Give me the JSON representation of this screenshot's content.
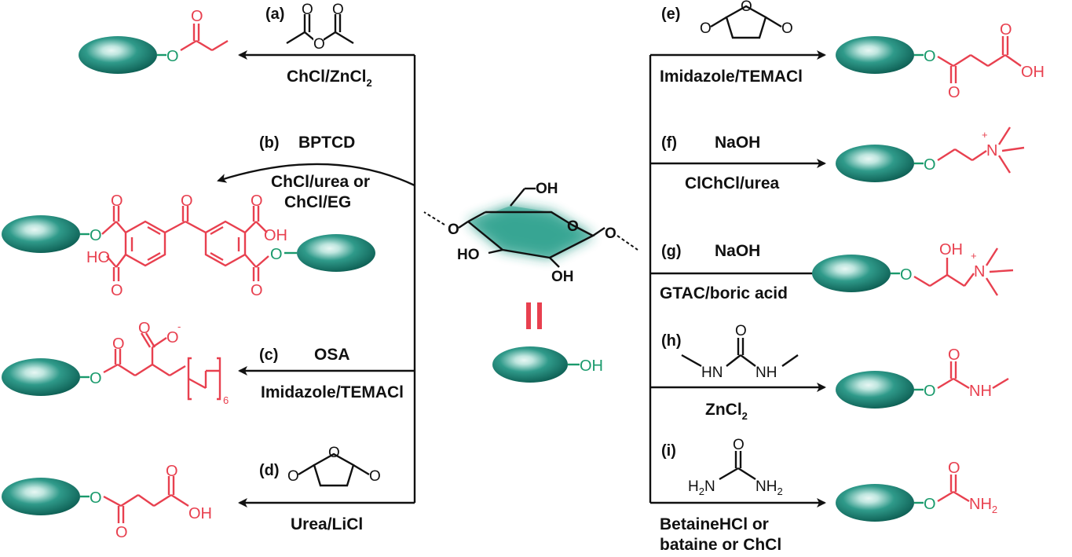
{
  "reactions": {
    "a": {
      "tag": "(a)",
      "below": "ChCl/ZnCl",
      "below_sub": "2"
    },
    "b": {
      "tag": "(b)",
      "above": "BPTCD",
      "below1": "ChCl/urea or",
      "below2": "ChCl/EG"
    },
    "c": {
      "tag": "(c)",
      "above": "OSA",
      "below": "Imidazole/TEMACl"
    },
    "d": {
      "tag": "(d)",
      "below": "Urea/LiCl"
    },
    "e": {
      "tag": "(e)",
      "below": "Imidazole/TEMACl"
    },
    "f": {
      "tag": "(f)",
      "above": "NaOH",
      "below": "ClChCl/urea"
    },
    "g": {
      "tag": "(g)",
      "above": "NaOH",
      "below": "GTAC/boric acid"
    },
    "h": {
      "tag": "(h)",
      "below": "ZnCl",
      "below_sub": "2"
    },
    "i": {
      "tag": "(i)",
      "below1": "BetaineHCl or",
      "below2": "bataine or ChCl"
    }
  },
  "atoms": {
    "O": "O",
    "OH": "OH",
    "HO": "HO",
    "NH": "NH",
    "HN": "HN",
    "N": "N",
    "NH2": "NH",
    "H2N": "H",
    "N_in_H2N": "N",
    "sub2": "2",
    "plus": "+",
    "minus": "-",
    "six": "6"
  },
  "colors": {
    "product": "#e8404f",
    "linker": "#1a9a6c",
    "ellipse": "#157a6a",
    "highlight": "#2a9d8a",
    "arrow": "#111111"
  },
  "icons": {
    "cellulose": "teal-ellipse"
  }
}
